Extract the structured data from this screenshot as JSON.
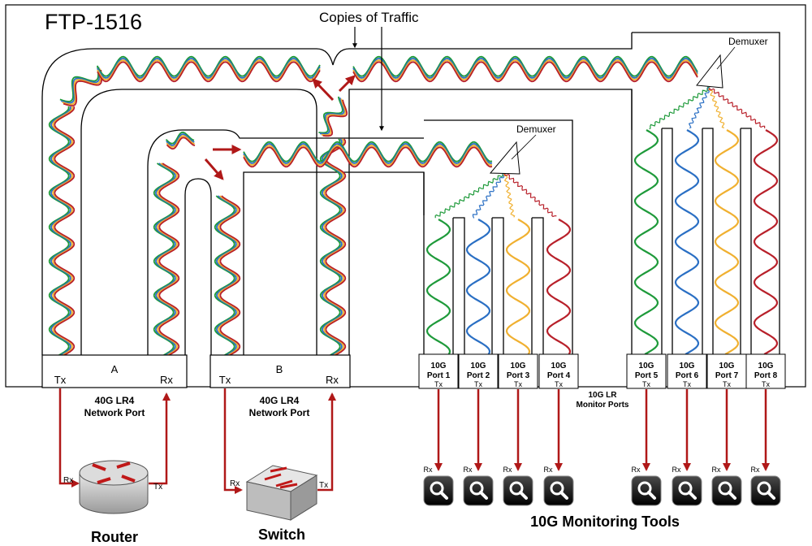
{
  "title": "FTP-1516",
  "copies_label": "Copies of Traffic",
  "demuxer_label": "Demuxer",
  "port_a": {
    "label": "A",
    "tx": "Tx",
    "rx": "Rx"
  },
  "port_b": {
    "label": "B",
    "tx": "Tx",
    "rx": "Rx"
  },
  "network_port_label": [
    "40G LR4",
    "Network Port"
  ],
  "monitor_ports_label": [
    "10G LR",
    "Monitor Ports"
  ],
  "monitor_ports": [
    {
      "line1": "10G",
      "line2": "Port 1",
      "tx": "Tx",
      "rx": "Rx"
    },
    {
      "line1": "10G",
      "line2": "Port 2",
      "tx": "Tx",
      "rx": "Rx"
    },
    {
      "line1": "10G",
      "line2": "Port 3",
      "tx": "Tx",
      "rx": "Rx"
    },
    {
      "line1": "10G",
      "line2": "Port 4",
      "tx": "Tx",
      "rx": "Rx"
    },
    {
      "line1": "10G",
      "line2": "Port 5",
      "tx": "Tx",
      "rx": "Rx"
    },
    {
      "line1": "10G",
      "line2": "Port 6",
      "tx": "Tx",
      "rx": "Rx"
    },
    {
      "line1": "10G",
      "line2": "Port 7",
      "tx": "Tx",
      "rx": "Rx"
    },
    {
      "line1": "10G",
      "line2": "Port 8",
      "tx": "Tx",
      "rx": "Rx"
    }
  ],
  "router": {
    "label": "Router",
    "rx": "Rx",
    "tx": "Tx",
    "icon": "router-icon"
  },
  "switch": {
    "label": "Switch",
    "rx": "Rx",
    "tx": "Tx",
    "icon": "switch-icon"
  },
  "tools_label": "10G Monitoring Tools",
  "tool_icon": "magnifier-icon",
  "colors": {
    "green": "#1e9a3a",
    "blue": "#2a6fc4",
    "yellow": "#f0b030",
    "red": "#b8202a",
    "arrow": "#b01818",
    "outline": "#000000"
  }
}
